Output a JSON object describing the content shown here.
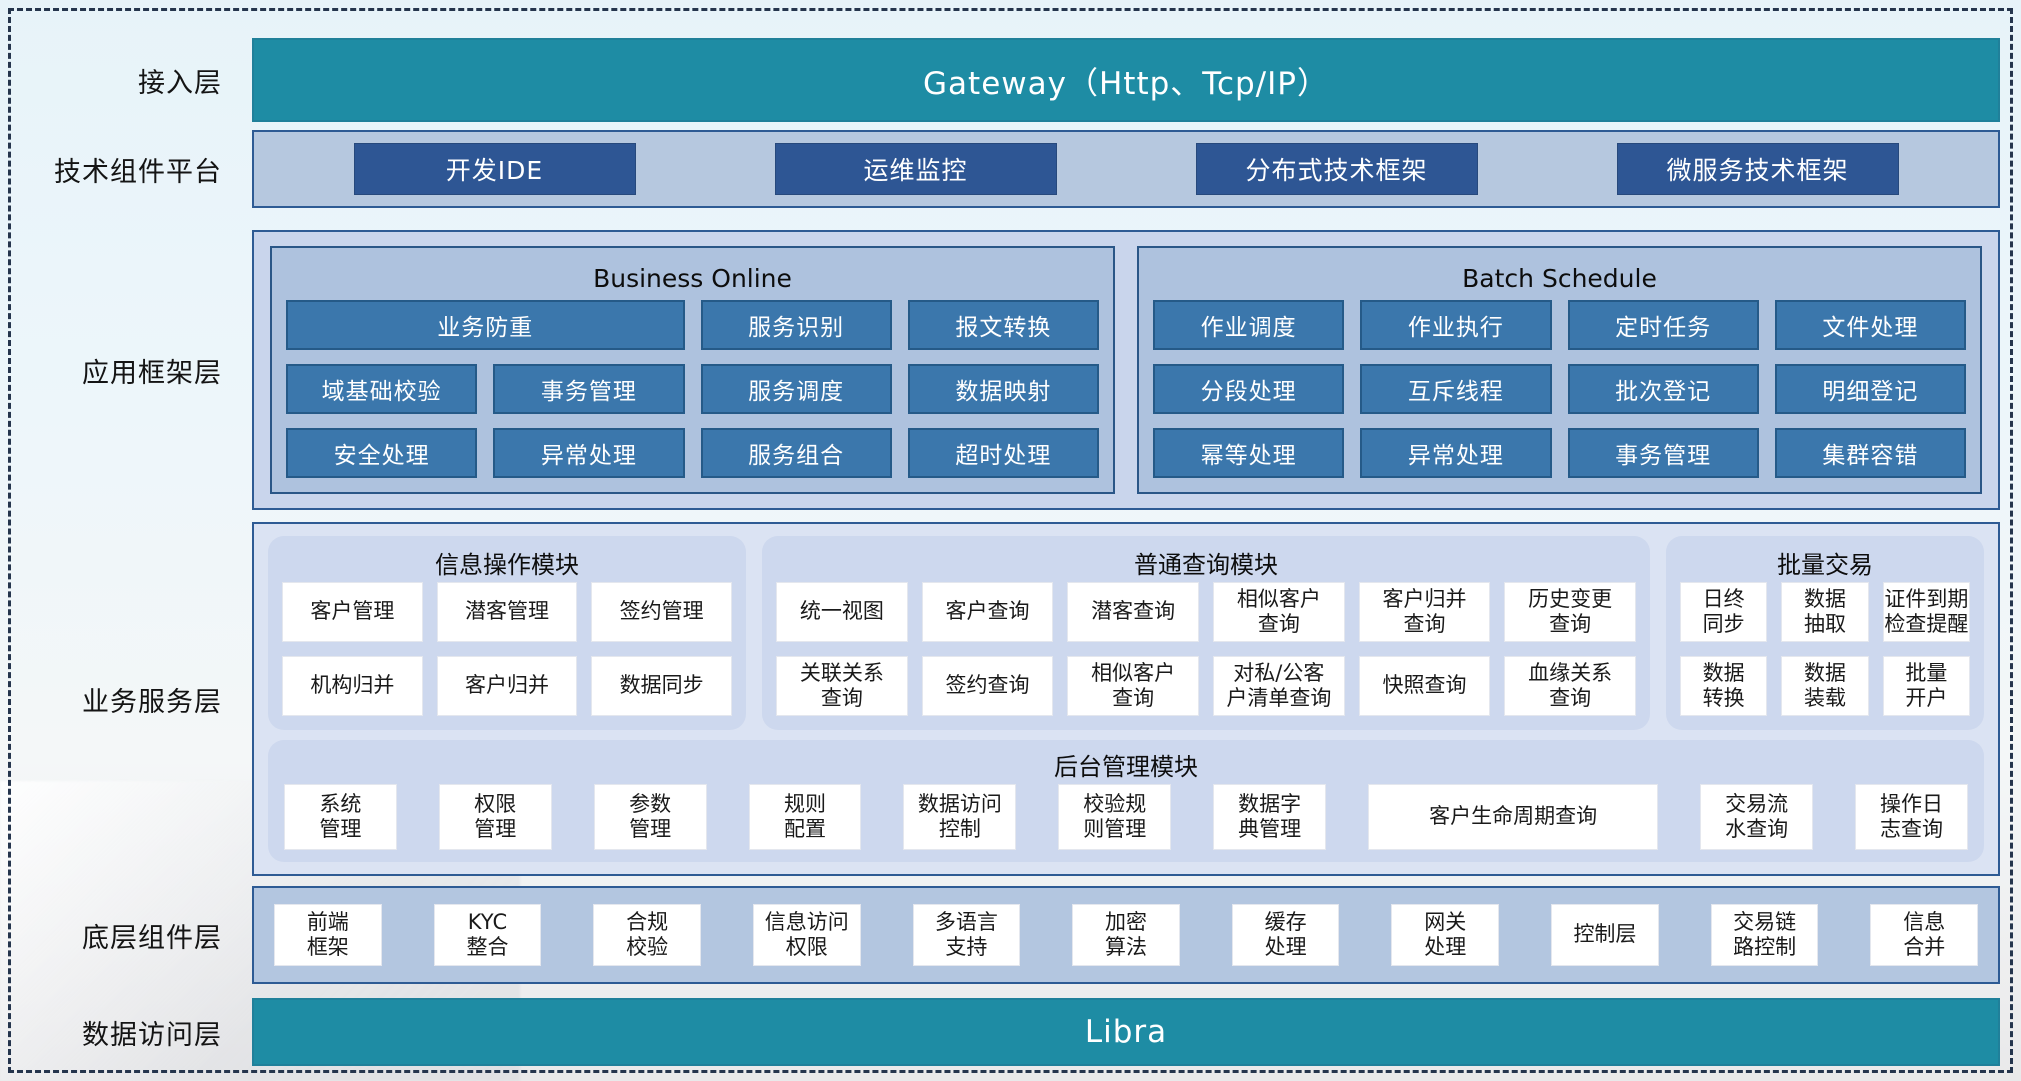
{
  "access": {
    "label": "接入层",
    "bar_text": "Gateway（Http、Tcp/IP）"
  },
  "tech": {
    "label": "技术组件平台",
    "buttons": [
      "开发IDE",
      "运维监控",
      "分布式技术框架",
      "微服务技术框架"
    ]
  },
  "appfw": {
    "label": "应用框架层",
    "bo": {
      "title": "Business Online",
      "cells": [
        "业务防重",
        "服务识别",
        "报文转换",
        "域基础校验",
        "事务管理",
        "服务调度",
        "数据映射",
        "安全处理",
        "异常处理",
        "服务组合",
        "超时处理"
      ]
    },
    "bs": {
      "title": "Batch Schedule",
      "cells": [
        "作业调度",
        "作业执行",
        "定时任务",
        "文件处理",
        "分段处理",
        "互斥线程",
        "批次登记",
        "明细登记",
        "幂等处理",
        "异常处理",
        "事务管理",
        "集群容错"
      ]
    }
  },
  "biz": {
    "label": "业务服务层",
    "info": {
      "title": "信息操作模块",
      "cells": [
        "客户管理",
        "潜客管理",
        "签约管理",
        "机构归并",
        "客户归并",
        "数据同步"
      ]
    },
    "query": {
      "title": "普通查询模块",
      "cells": [
        "统一视图",
        "客户查询",
        "潜客查询",
        "相似客户\n查询",
        "客户归并\n查询",
        "历史变更\n查询",
        "关联关系\n查询",
        "签约查询",
        "相似客户\n查询",
        "对私/公客\n户清单查询",
        "快照查询",
        "血缘关系\n查询"
      ]
    },
    "batch": {
      "title": "批量交易",
      "cells": [
        "日终\n同步",
        "数据\n抽取",
        "证件到期\n检查提醒",
        "数据\n转换",
        "数据\n装载",
        "批量\n开户"
      ]
    },
    "admin": {
      "title": "后台管理模块",
      "cells": [
        "系统\n管理",
        "权限\n管理",
        "参数\n管理",
        "规则\n配置",
        "数据访问\n控制",
        "校验规\n则管理",
        "数据字\n典管理",
        "客户生命周期查询",
        "交易流\n水查询",
        "操作日\n志查询"
      ]
    }
  },
  "base": {
    "label": "底层组件层",
    "cells": [
      "前端\n框架",
      "KYC\n整合",
      "合规\n校验",
      "信息访问\n权限",
      "多语言\n支持",
      "加密\n算法",
      "缓存\n处理",
      "网关\n处理",
      "控制层",
      "交易链\n路控制",
      "信息\n合并"
    ]
  },
  "dal": {
    "label": "数据访问层",
    "bar_text": "Libra"
  }
}
